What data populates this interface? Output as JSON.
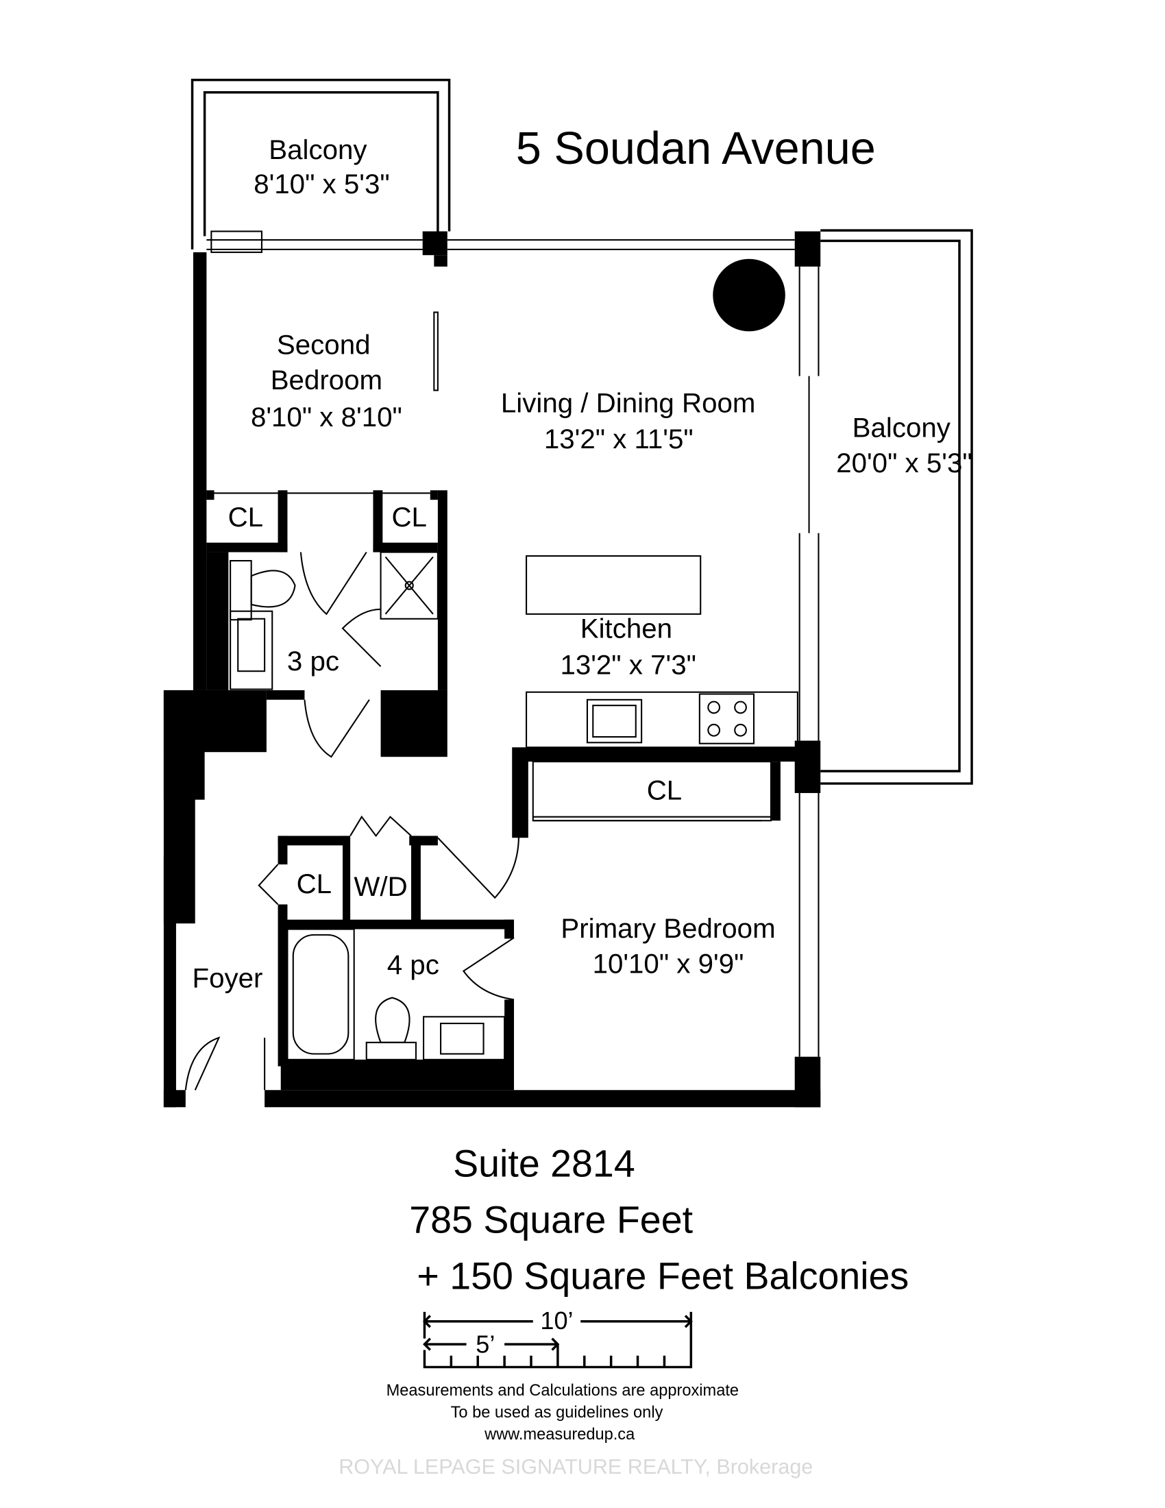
{
  "title": "5 Soudan Avenue",
  "rooms": {
    "balcony_top": {
      "name": "Balcony",
      "size": "8'10\" x 5'3\""
    },
    "second_bedroom": {
      "name_line1": "Second",
      "name_line2": "Bedroom",
      "size": "8'10\" x 8'10\""
    },
    "living_dining": {
      "name": "Living / Dining Room",
      "size": "13'2\" x 11'5\""
    },
    "balcony_right": {
      "name": "Balcony",
      "size": "20'0\" x 5'3\""
    },
    "kitchen": {
      "name": "Kitchen",
      "size": "13'2\" x 7'3\""
    },
    "primary_bedroom": {
      "name": "Primary Bedroom",
      "size": "10'10\" x 9'9\""
    },
    "closet_1": "CL",
    "closet_2": "CL",
    "closet_3": "CL",
    "closet_4": "CL",
    "bath_3pc": "3 pc",
    "bath_4pc": "4 pc",
    "laundry": "W/D",
    "foyer": "Foyer"
  },
  "summary": {
    "suite": "Suite 2814",
    "area": "785 Square Feet",
    "balconies": "+ 150 Square Feet Balconies"
  },
  "scale_bar": {
    "label_10": "10’",
    "label_5": "5’"
  },
  "disclaimer": {
    "line1": "Measurements and Calculations are approximate",
    "line2": "To be used as guidelines only",
    "url": "www.measuredup.ca"
  },
  "watermark": "ROYAL LEPAGE SIGNATURE REALTY, Brokerage"
}
